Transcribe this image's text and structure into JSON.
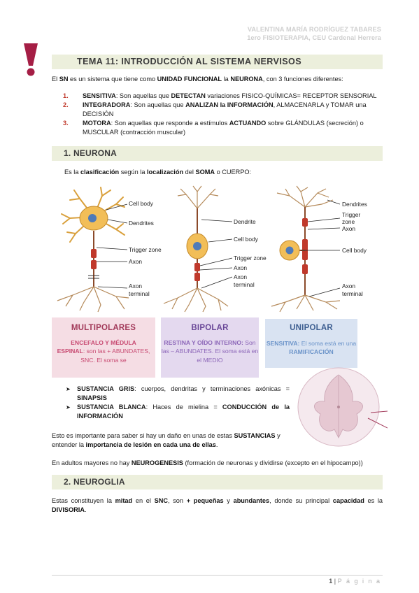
{
  "header": {
    "author": "VALENTINA MARÍA RODRÍGUEZ TABARES",
    "course": "1ero FISIOTERAPIA, CEU Cardenal Herrera"
  },
  "title": "TEMA 11: INTRODUCCIÓN AL SISTEMA NERVISOS",
  "intro": {
    "p1": "El ",
    "b1": "SN",
    "p2": " es un sistema que tiene como ",
    "b2": "UNIDAD FUNCIONAL",
    "p3": " la ",
    "b3": "NEURONA",
    "p4": ", con 3 funciones diferentes:"
  },
  "functions": [
    {
      "num": "1.",
      "name": "SENSITIVA",
      "t1": ": Son aquellas que ",
      "k1": "DETECTAN",
      "t2": " variaciones FISICO-QUÍMICAS= RECEPTOR SENSORIAL",
      "k2": "",
      "t3": ""
    },
    {
      "num": "2.",
      "name": "INTEGRADORA",
      "t1": ": Son aquellas que ",
      "k1": "ANALIZAN la INFORMACIÓN",
      "t2": ", ALMACENARLA y TOMAR una DECISIÓN",
      "k2": "",
      "t3": ""
    },
    {
      "num": "3.",
      "name": "MOTORA",
      "t1": ": Son aquellas que responde a estímulos ",
      "k1": "ACTUANDO",
      "t2": " sobre GLÁNDULAS (secreción) o MUSCULAR (contracción muscular)",
      "k2": "",
      "t3": ""
    }
  ],
  "section1": "1. NEURONA",
  "classification": {
    "p1": "Es la ",
    "b1": "clasificación",
    "p2": " según la ",
    "b2": "localización",
    "p3": " del ",
    "b3": "SOMA",
    "p4": " o CUERPO:"
  },
  "figure_labels": {
    "multipolar": [
      "Cell body",
      "Dendrites",
      "Trigger zone",
      "Axon",
      "Axon",
      "terminal"
    ],
    "bipolar": [
      "Dendrite",
      "Cell body",
      "Trigger zone",
      "Axon",
      "Axon",
      "terminal"
    ],
    "unipolar": [
      "Dendrites",
      "Trigger",
      "zone",
      "Axon",
      "Cell body",
      "Axon",
      "terminal"
    ]
  },
  "types": {
    "multipolar": {
      "title": "MULTIPOLARES",
      "b": "ENCEFALO Y MÉDULA",
      "b2": "ESPINAL",
      "t": ": son las + ABUNDATES, SNC. El soma se"
    },
    "bipolar": {
      "title": "BIPOLAR",
      "b": "RESTINA Y OÍDO INTERNO:",
      "t": " Son las – ABUNDATES. El soma está en el MEDIO"
    },
    "unipolar": {
      "title": "UNIPOLAR",
      "b": "SENSITIVA:",
      "t": " El soma está en una ",
      "b2": "RAMIFICACIÓN"
    }
  },
  "substances": [
    {
      "b": "SUSTANCIA GRIS",
      "t": ": cuerpos, dendritas y terminaciones axónicas = ",
      "b2": "SINAPSIS"
    },
    {
      "b": "SUSTANCIA BLANCA",
      "t": ": Haces de mielina = ",
      "b2": "CONDUCCIÓN de la INFORMACIÓN"
    }
  ],
  "important": {
    "p1": "Esto es importante para saber si hay un daño en unas de estas ",
    "b1": "SUSTANCIAS",
    "p2": " y entender la ",
    "b2": "importancia de lesión en cada una de ellas",
    "p3": "."
  },
  "neurogenesis": {
    "p1": "En adultos mayores no hay ",
    "b1": "NEUROGENESIS",
    "p2": " (formación de neuronas y dividirse (excepto en el hipocampo))"
  },
  "section2": "2. NEUROGLIA",
  "neuroglia": {
    "p1": "Estas constituyen la ",
    "b1": "mitad",
    "p2": " en el ",
    "b2": "SNC",
    "p3": ", son ",
    "b3": "+ pequeñas",
    "p4": " y ",
    "b4": "abundantes",
    "p5": ", donde su principal ",
    "b5": "capacidad",
    "p6": " es la ",
    "b6": "DIVISORIA",
    "p7": "."
  },
  "footer": {
    "page": "1",
    "sep": " | ",
    "label": "P á g i n a"
  }
}
